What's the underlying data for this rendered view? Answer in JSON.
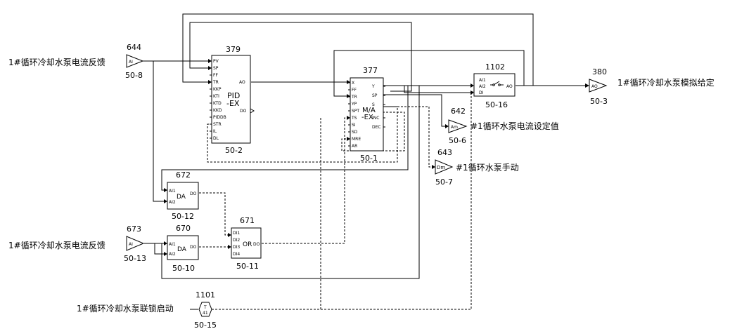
{
  "blocks": {
    "pid": {
      "number": "379",
      "name1": "PID",
      "name2": "-EX",
      "id": "50-2",
      "inputs": [
        "PV",
        "SP",
        "FF",
        "TR",
        "KKP",
        "KTI",
        "KTD",
        "KKD",
        "PIDDB",
        "STR",
        "IL",
        "DL"
      ],
      "out_ao": "AO",
      "out_do": "DO"
    },
    "ma": {
      "number": "377",
      "name1": "M/A",
      "name2": "-EX",
      "id": "50-1",
      "inputs": [
        "X",
        "FF",
        "TR",
        "YP",
        "SPT",
        "TS",
        "SI",
        "SD",
        "MRE",
        "AR"
      ],
      "outputs": [
        "Y",
        "SP",
        "S",
        "INC",
        "DEC"
      ]
    },
    "sel": {
      "number": "1102",
      "id": "50-16",
      "inputs": [
        "AI1",
        "AI2",
        "DI"
      ],
      "out": "AO"
    },
    "ai_top": {
      "number": "644",
      "id": "50-8",
      "sym": "AI",
      "label": "1#循环冷却水泵电流反馈"
    },
    "ai_bottom": {
      "number": "673",
      "id": "50-13",
      "sym": "AI",
      "label": "1#循环冷却水泵电流反馈"
    },
    "ao_out": {
      "number": "380",
      "id": "50-3",
      "sym": "AO",
      "label": "1#循环冷却水泵模拟给定"
    },
    "am_out": {
      "number": "642",
      "id": "50-6",
      "sym": "Am",
      "label": "#1循环水泵电流设定值"
    },
    "dm_out": {
      "number": "643",
      "id": "50-7",
      "sym": "Dm",
      "label": "#1循环水泵手动"
    },
    "da1": {
      "number": "672",
      "id": "50-12",
      "name": "DA",
      "inputs": [
        "AI1",
        "AI2"
      ],
      "out": "DO"
    },
    "da2": {
      "number": "670",
      "id": "50-10",
      "name": "DA",
      "inputs": [
        "AI1",
        "AI2"
      ],
      "out": "DO"
    },
    "or": {
      "number": "671",
      "id": "50-11",
      "name": "OR",
      "inputs": [
        "DI1",
        "DI2",
        "DI3",
        "DI4"
      ],
      "out": "DO"
    },
    "di_in": {
      "number": "1101",
      "id": "50-15",
      "sym1": "T",
      "sym2": "41",
      "label": "1#循环冷却水泵联锁启动"
    }
  }
}
